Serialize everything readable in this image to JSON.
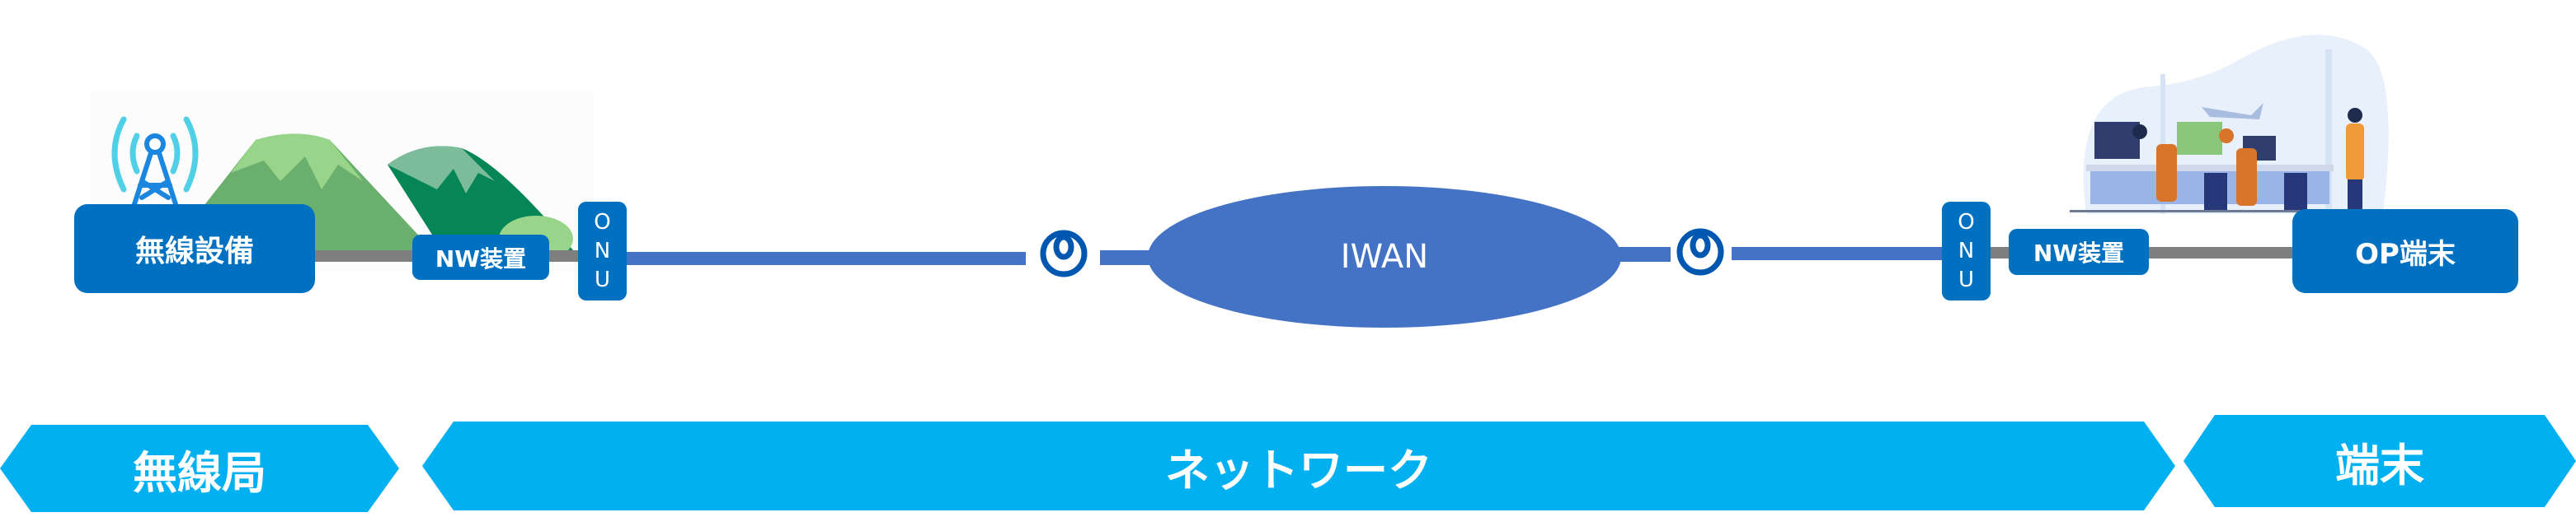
{
  "left_site": {
    "device_label": "無線設備",
    "nw_label": "NW装置",
    "onu_letters": [
      "O",
      "N",
      "U"
    ]
  },
  "network": {
    "cloud_label": "IWAN"
  },
  "right_site": {
    "device_label": "OP端末",
    "nw_label": "NW装置",
    "onu_letters": [
      "O",
      "N",
      "U"
    ]
  },
  "segments": [
    {
      "label": "無線局"
    },
    {
      "label": "ネットワーク"
    },
    {
      "label": "端末"
    }
  ],
  "colors": {
    "box": "#0070c0",
    "network_line": "#4472c4",
    "device_line": "#7f7f7f",
    "segment": "#00b0f0",
    "ntt_icon": "#0057b0"
  }
}
